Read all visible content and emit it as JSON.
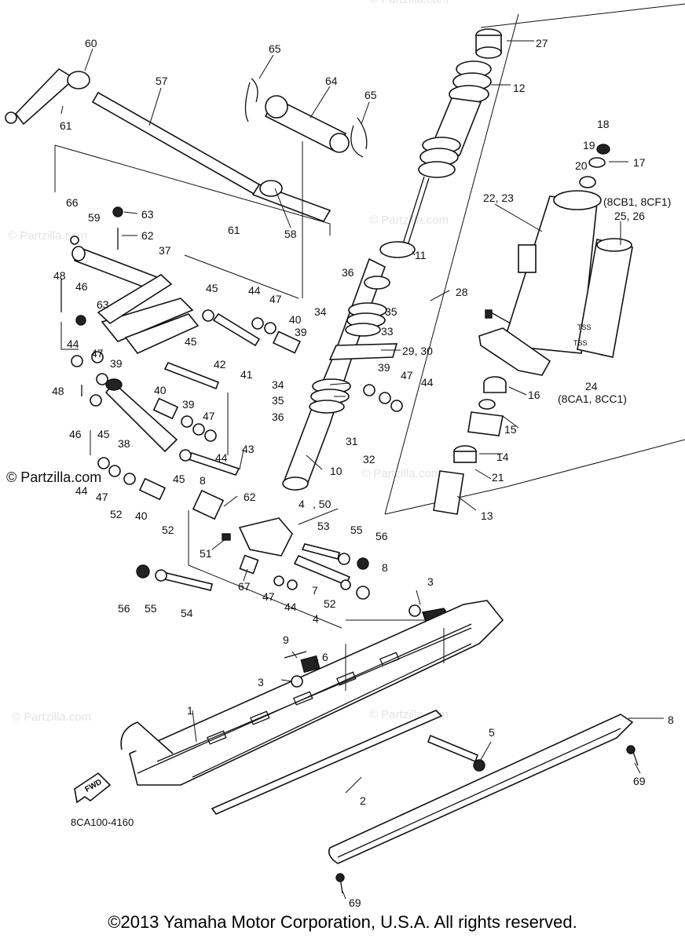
{
  "watermark": "© Partzilla.com",
  "side_mark": "© Partzilla.com",
  "diagram_code": "8CA100-4160",
  "fwd_label": "FWD",
  "copyright": "©2013 Yamaha Motor Corporation, U.S.A. All rights reserved.",
  "labels": {
    "l60": "60",
    "l57": "57",
    "l61a": "61",
    "l65a": "65",
    "l64": "64",
    "l65b": "65",
    "l27": "27",
    "l12": "12",
    "l18": "18",
    "l19": "19",
    "l17": "17",
    "l20": "20",
    "l22": "22, 23",
    "l8cb": "(8CB1, 8CF1)",
    "l25": "25, 26",
    "l66": "66",
    "l59": "59",
    "l63a": "63",
    "l61b": "61",
    "l58": "58",
    "l62a": "62",
    "l11": "11",
    "l48a": "48",
    "l46a": "46",
    "l63b": "63",
    "l37": "37",
    "l45a": "45",
    "l44a": "44",
    "l47a": "47",
    "l36a": "36",
    "l34a": "34",
    "l35a": "35",
    "l28": "28",
    "l40a": "40",
    "l39a": "39",
    "l33": "33",
    "l29": "29, 30",
    "l44b": "44",
    "l47b": "47",
    "l39b": "39",
    "l45b": "45",
    "l41": "41",
    "l42": "42",
    "l34b": "34",
    "l35b": "35",
    "l36b": "36",
    "l39c": "39",
    "l47c": "47",
    "l44c": "44",
    "l16": "16",
    "l24": "24",
    "l8ca": "(8CA1, 8CC1)",
    "l48b": "48",
    "l40b": "40",
    "l39d": "39",
    "l47d": "47",
    "l46b": "46",
    "l45c": "45",
    "l38": "38",
    "l44d": "44",
    "l15": "15",
    "l31": "31",
    "l32": "32",
    "l14": "14",
    "l10": "10",
    "l43": "43",
    "l21": "21",
    "l45d": "45",
    "l44e": "44",
    "l47e": "47",
    "l8a": "8",
    "l62b": "62",
    "l13": "13",
    "l52a": "52",
    "l40c": "40",
    "l52b": "52",
    "l4a": "4",
    "l50": ", 50",
    "l53": "53",
    "l55a": "55",
    "l56a": "56",
    "l51": "51",
    "l8b": "8",
    "l67": "67",
    "l47f": "47",
    "l44f": "44",
    "l7": "7",
    "l52c": "52",
    "l56b": "56",
    "l55b": "55",
    "l54": "54",
    "l3a": "3",
    "l4b": "4",
    "l9": "9",
    "l6": "6",
    "l3b": "3",
    "l1": "1",
    "l5": "5",
    "l8c": "8",
    "l69a": "69",
    "l2": "2",
    "l69b": "69"
  }
}
